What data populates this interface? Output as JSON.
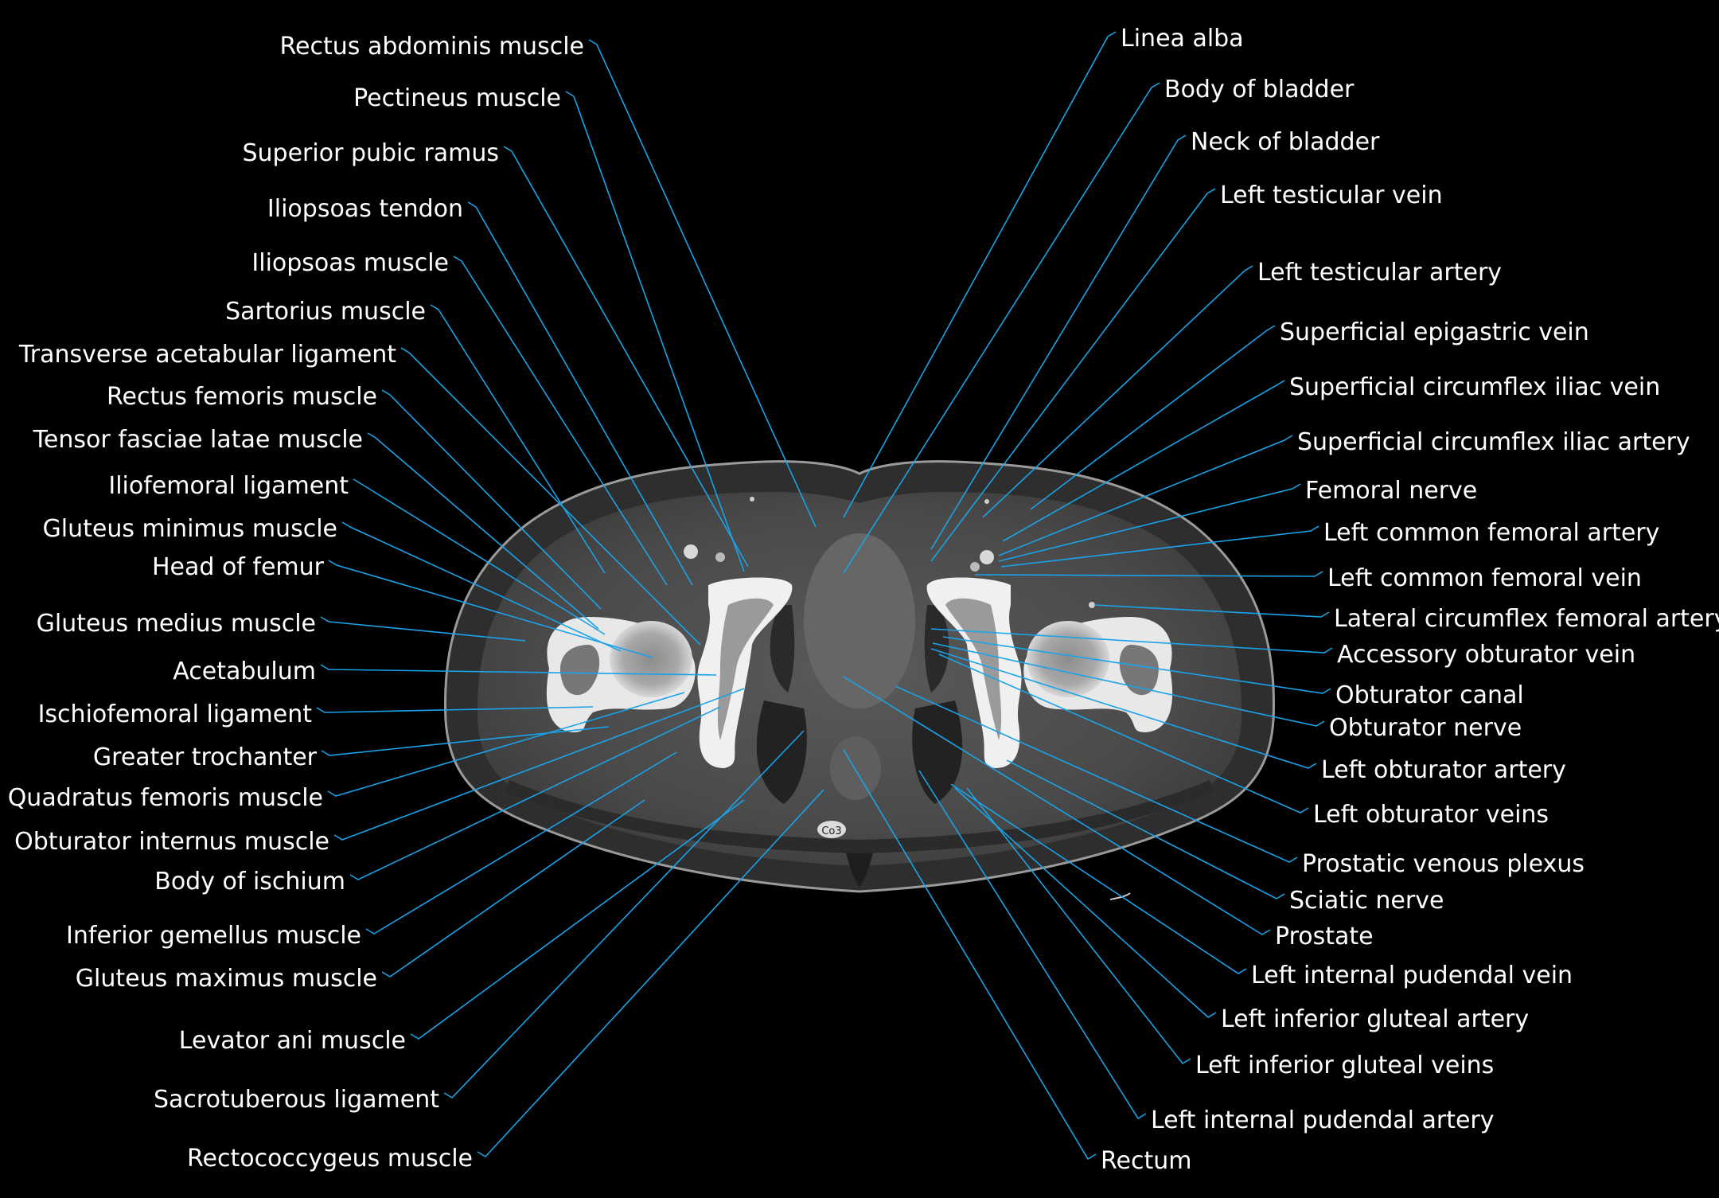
{
  "figure": {
    "vertebra_label": "Co3",
    "left_labels": [
      {
        "id": "rectus-abdominis-muscle",
        "text": "Rectus abdominis muscle"
      },
      {
        "id": "pectineus-muscle",
        "text": "Pectineus muscle"
      },
      {
        "id": "superior-pubic-ramus",
        "text": "Superior pubic ramus"
      },
      {
        "id": "iliopsoas-tendon",
        "text": "Iliopsoas tendon"
      },
      {
        "id": "iliopsoas-muscle",
        "text": "Iliopsoas muscle"
      },
      {
        "id": "sartorius-muscle",
        "text": "Sartorius muscle"
      },
      {
        "id": "transverse-acetabular-ligament",
        "text": "Transverse acetabular ligament"
      },
      {
        "id": "rectus-femoris-muscle",
        "text": "Rectus femoris muscle"
      },
      {
        "id": "tensor-fasciae-latae-muscle",
        "text": "Tensor fasciae latae muscle"
      },
      {
        "id": "iliofemoral-ligament",
        "text": "Iliofemoral ligament"
      },
      {
        "id": "gluteus-minimus-muscle",
        "text": "Gluteus minimus muscle"
      },
      {
        "id": "head-of-femur",
        "text": "Head of femur"
      },
      {
        "id": "gluteus-medius-muscle",
        "text": "Gluteus medius muscle"
      },
      {
        "id": "acetabulum",
        "text": "Acetabulum"
      },
      {
        "id": "ischiofemoral-ligament",
        "text": "Ischiofemoral ligament"
      },
      {
        "id": "greater-trochanter",
        "text": "Greater trochanter"
      },
      {
        "id": "quadratus-femoris-muscle",
        "text": "Quadratus femoris muscle"
      },
      {
        "id": "obturator-internus-muscle",
        "text": "Obturator internus muscle"
      },
      {
        "id": "body-of-ischium",
        "text": "Body of ischium"
      },
      {
        "id": "inferior-gemellus-muscle",
        "text": "Inferior gemellus muscle"
      },
      {
        "id": "gluteus-maximus-muscle",
        "text": "Gluteus maximus muscle"
      },
      {
        "id": "levator-ani-muscle",
        "text": "Levator ani muscle"
      },
      {
        "id": "sacrotuberous-ligament",
        "text": "Sacrotuberous ligament"
      },
      {
        "id": "rectococcygeus-muscle",
        "text": "Rectococcygeus muscle"
      }
    ],
    "right_labels": [
      {
        "id": "linea-alba",
        "text": "Linea alba"
      },
      {
        "id": "body-of-bladder",
        "text": "Body of bladder"
      },
      {
        "id": "neck-of-bladder",
        "text": "Neck of bladder"
      },
      {
        "id": "left-testicular-vein",
        "text": "Left testicular vein"
      },
      {
        "id": "left-testicular-artery",
        "text": "Left testicular artery"
      },
      {
        "id": "superficial-epigastric-vein",
        "text": "Superficial epigastric vein"
      },
      {
        "id": "superficial-circumflex-iliac-vein",
        "text": "Superficial circumflex iliac vein"
      },
      {
        "id": "superficial-circumflex-iliac-artery",
        "text": "Superficial circumflex iliac artery"
      },
      {
        "id": "femoral-nerve",
        "text": "Femoral nerve"
      },
      {
        "id": "left-common-femoral-artery",
        "text": "Left common femoral artery"
      },
      {
        "id": "left-common-femoral-vein",
        "text": "Left common femoral vein"
      },
      {
        "id": "lateral-circumflex-femoral-artery",
        "text": "Lateral circumflex femoral artery"
      },
      {
        "id": "accessory-obturator-vein",
        "text": "Accessory obturator vein"
      },
      {
        "id": "obturator-canal",
        "text": "Obturator canal"
      },
      {
        "id": "obturator-nerve",
        "text": "Obturator nerve"
      },
      {
        "id": "left-obturator-artery",
        "text": "Left obturator artery"
      },
      {
        "id": "left-obturator-veins",
        "text": "Left obturator veins"
      },
      {
        "id": "prostatic-venous-plexus",
        "text": "Prostatic venous plexus"
      },
      {
        "id": "sciatic-nerve",
        "text": "Sciatic nerve"
      },
      {
        "id": "prostate",
        "text": "Prostate"
      },
      {
        "id": "left-internal-pudendal-vein",
        "text": "Left internal pudendal vein"
      },
      {
        "id": "left-inferior-gluteal-artery",
        "text": "Left inferior gluteal artery"
      },
      {
        "id": "left-inferior-gluteal-veins",
        "text": "Left inferior gluteal veins"
      },
      {
        "id": "left-internal-pudendal-artery",
        "text": "Left internal pudendal artery"
      },
      {
        "id": "rectum",
        "text": "Rectum"
      }
    ]
  }
}
